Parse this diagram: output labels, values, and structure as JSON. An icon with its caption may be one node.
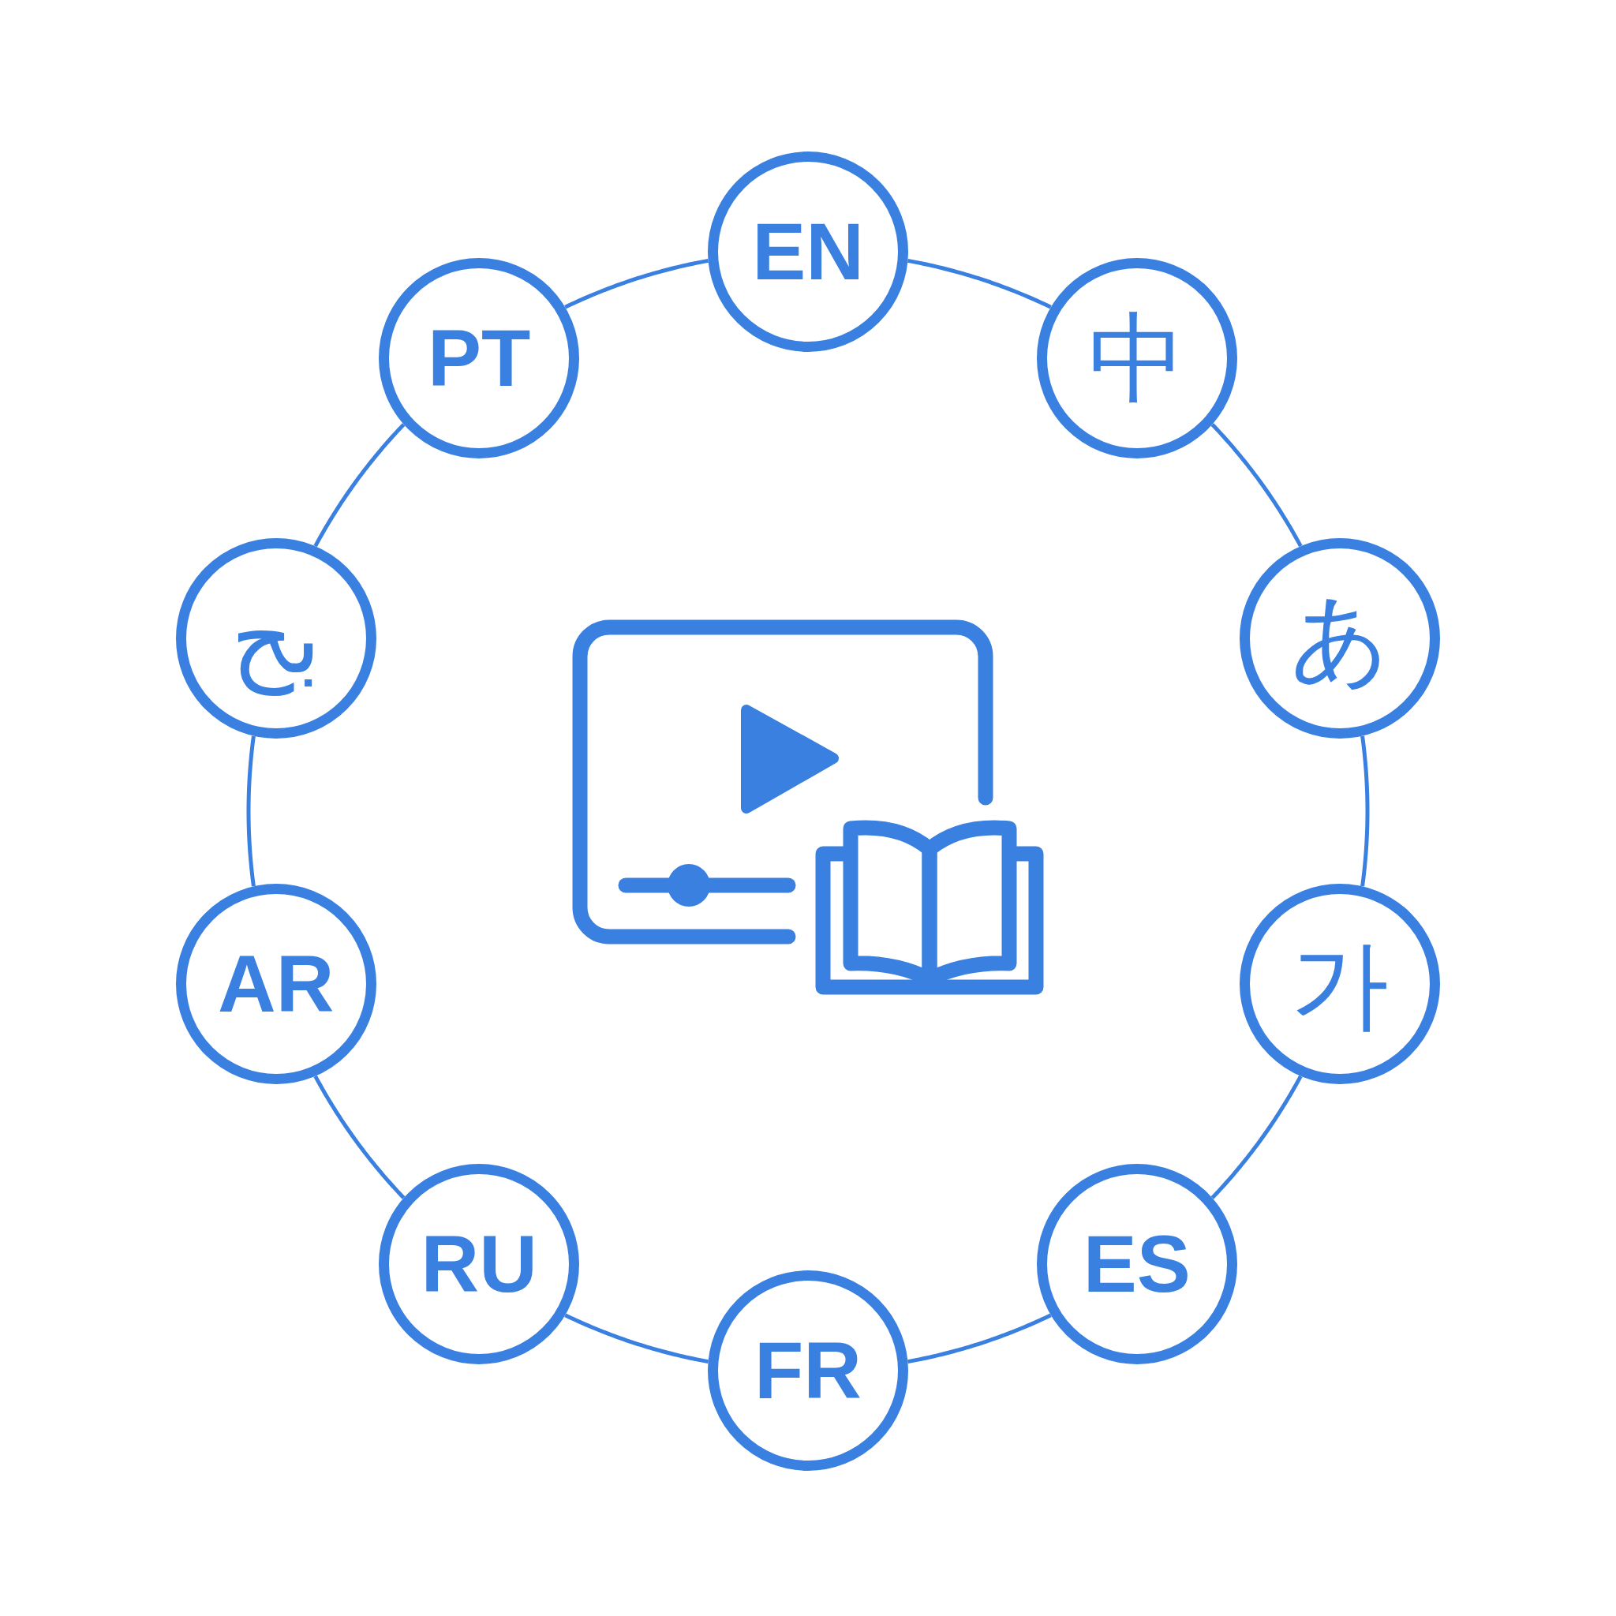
{
  "diagram": {
    "nodes": [
      {
        "text": [
          "EN"
        ]
      },
      {
        "text": [
          "PT"
        ]
      },
      {
        "text": [
          "中"
        ]
      },
      {
        "text": [
          "بح"
        ]
      },
      {
        "text": [
          "あ"
        ]
      },
      {
        "text": [
          "AR"
        ]
      },
      {
        "text": [
          "가"
        ]
      },
      {
        "text": [
          "RU"
        ]
      },
      {
        "text": [
          "ES"
        ]
      },
      {
        "text": [
          "FR"
        ]
      }
    ],
    "edges": [
      {
        "from": 0,
        "to": 2,
        "arrow": "none"
      },
      {
        "from": 2,
        "to": 4,
        "arrow": "none"
      },
      {
        "from": 4,
        "to": 6,
        "arrow": "none"
      },
      {
        "from": 6,
        "to": 8,
        "arrow": "none"
      },
      {
        "from": 8,
        "to": 9,
        "arrow": "none"
      },
      {
        "from": 9,
        "to": 7,
        "arrow": "none"
      },
      {
        "from": 7,
        "to": 5,
        "arrow": "none"
      },
      {
        "from": 5,
        "to": 3,
        "arrow": "none"
      },
      {
        "from": 3,
        "to": 1,
        "arrow": "none"
      },
      {
        "from": 1,
        "to": 0,
        "arrow": "none"
      }
    ]
  }
}
